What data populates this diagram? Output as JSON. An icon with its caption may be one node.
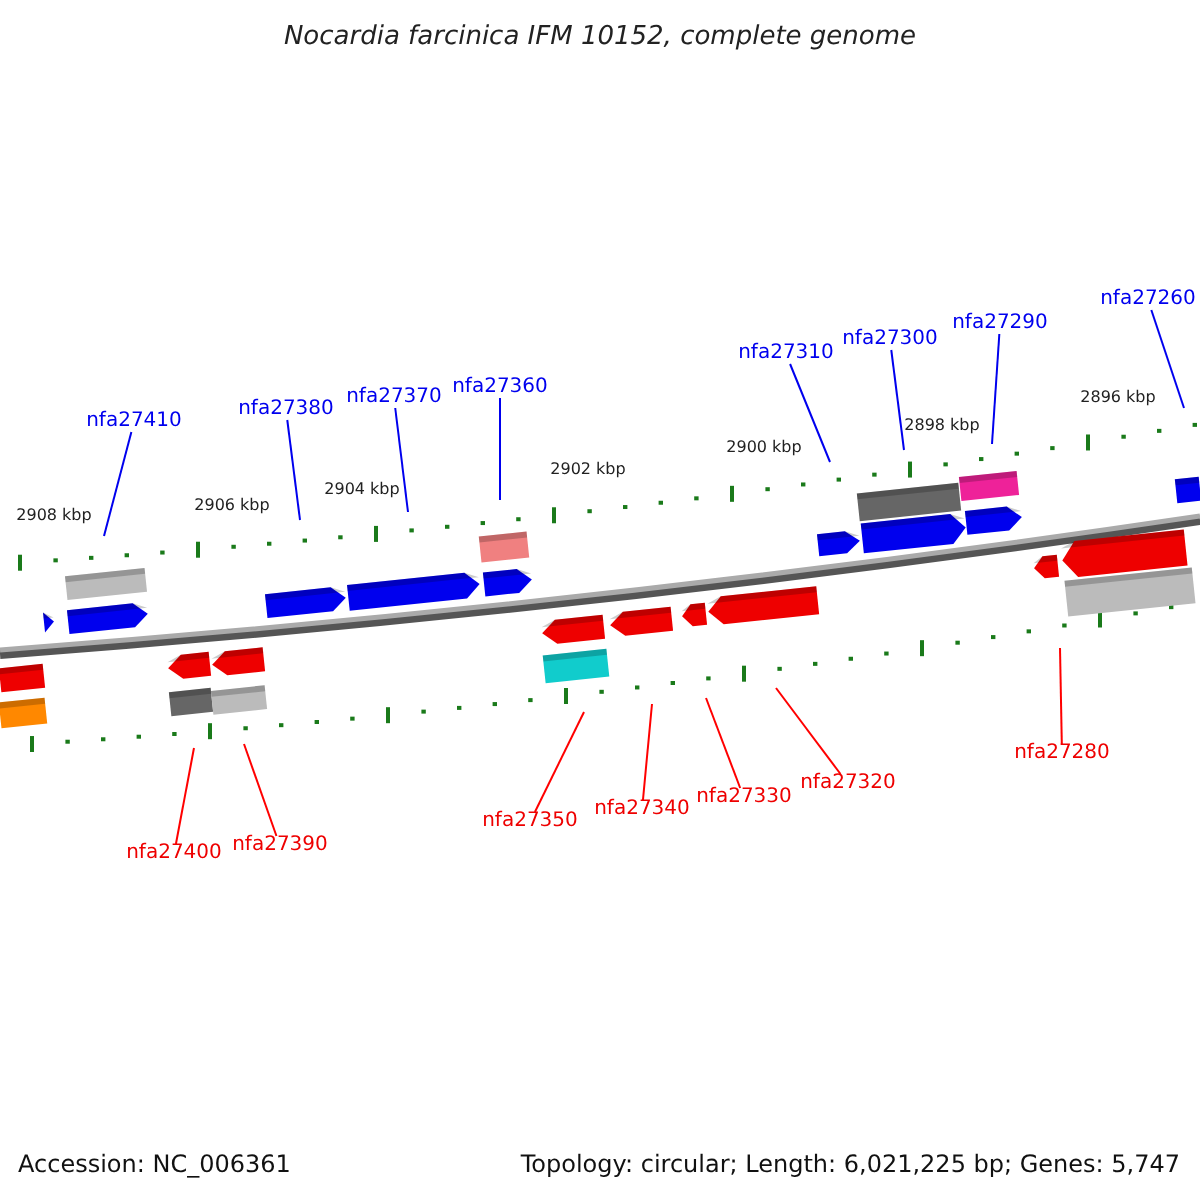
{
  "diagram": {
    "title": "Nocardia farcinica IFM 10152, complete genome",
    "nodes": [
      {
        "text": [
          "nfa27410"
        ]
      },
      {
        "text": [
          "nfa27380"
        ]
      },
      {
        "text": [
          "nfa27370"
        ]
      },
      {
        "text": [
          "nfa27360"
        ]
      },
      {
        "text": [
          "nfa27310"
        ]
      },
      {
        "text": [
          "nfa27300"
        ]
      },
      {
        "text": [
          "nfa27290"
        ]
      },
      {
        "text": [
          "nfa27260"
        ]
      },
      {
        "text": [
          "nfa27400"
        ]
      },
      {
        "text": [
          "nfa27390"
        ]
      },
      {
        "text": [
          "nfa27350"
        ]
      },
      {
        "text": [
          "nfa27340"
        ]
      },
      {
        "text": [
          "nfa27330"
        ]
      },
      {
        "text": [
          "nfa27320"
        ]
      },
      {
        "text": [
          "nfa27280"
        ]
      }
    ],
    "edges": [
      {
        "from": 0,
        "to": null,
        "arrow": "none"
      },
      {
        "from": 1,
        "to": null,
        "arrow": "none"
      },
      {
        "from": 2,
        "to": null,
        "arrow": "none"
      },
      {
        "from": 3,
        "to": null,
        "arrow": "none"
      },
      {
        "from": 4,
        "to": null,
        "arrow": "none"
      },
      {
        "from": 5,
        "to": null,
        "arrow": "none"
      },
      {
        "from": 6,
        "to": null,
        "arrow": "none"
      },
      {
        "from": 7,
        "to": null,
        "arrow": "none"
      },
      {
        "from": 8,
        "to": null,
        "arrow": "none",
        "color": "#ff0000"
      },
      {
        "from": 9,
        "to": null,
        "arrow": "none",
        "color": "#ff0000"
      },
      {
        "from": 10,
        "to": null,
        "arrow": "none",
        "color": "#ff0000"
      },
      {
        "from": 11,
        "to": null,
        "arrow": "none",
        "color": "#ff0000"
      },
      {
        "from": 12,
        "to": null,
        "arrow": "none",
        "color": "#ff0000"
      },
      {
        "from": 13,
        "to": null,
        "arrow": "none",
        "color": "#ff0000"
      },
      {
        "from": 14,
        "to": null,
        "arrow": "none",
        "color": "#ff0000"
      }
    ],
    "labels": [
      "2908 kbp",
      "2906 kbp",
      "2904 kbp",
      "2902 kbp",
      "2900 kbp",
      "2898 kbp",
      "2896 kbp",
      "Accession: NC_006361",
      "Topology: circular; Length: 6,021,225 bp; Genes: 5,747"
    ]
  }
}
